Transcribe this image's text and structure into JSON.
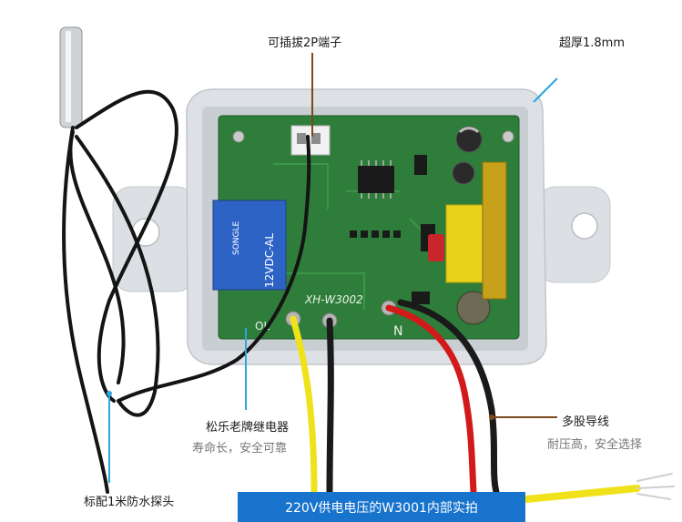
{
  "callouts": {
    "terminal": "可插拔2P端子",
    "thickness": "超厚1.8mm",
    "relay": "松乐老牌继电器",
    "relay_note": "寿命长，安全可靠",
    "wires": "多股导线",
    "wires_note": "耐压高，安全选择",
    "probe": "标配1米防水探头"
  },
  "pcb": {
    "model_print": "XH-W3002",
    "relay_print": "12VDC-AL",
    "relay_brand": "SONGLE",
    "terminal_marks": [
      "OL",
      "N"
    ]
  },
  "caption": "220V供电电压的W3001内部实拍",
  "colors": {
    "accent_blue": "#1773cc",
    "leader_line": "#2aa7e0",
    "leader_line_dark": "#7a4a1a",
    "pcb_green": "#2f7d3a",
    "case_gray": "#dde1e5",
    "relay_blue": "#2e63c6",
    "transformer_yellow": "#e8d21a"
  }
}
